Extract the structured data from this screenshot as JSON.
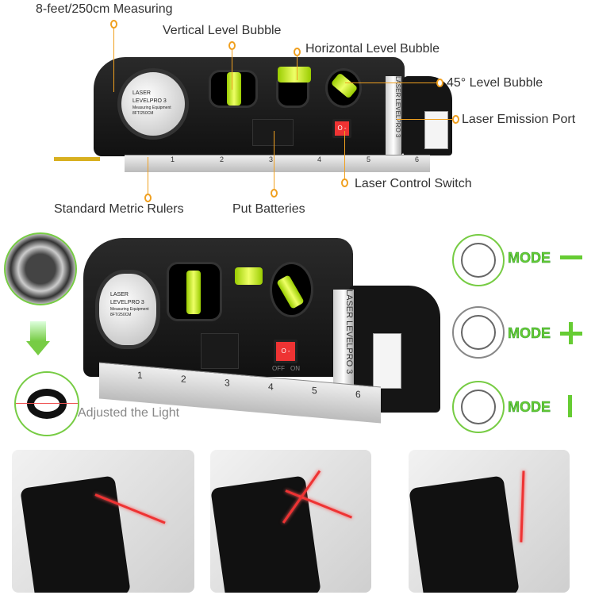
{
  "callouts": {
    "measuring": "8-feet/250cm Measuring",
    "vertical": "Vertical Level Bubble",
    "horizontal": "Horizontal Level Bubble",
    "level45": "45° Level Bubble",
    "emission": "Laser Emission Port",
    "switch": "Laser Control Switch",
    "rulers": "Standard Metric Rulers",
    "batteries": "Put Batteries"
  },
  "device": {
    "brand_line1": "LASER",
    "brand_line2": "LEVELPRO 3",
    "disc_sub1": "Measuring Equipment",
    "disc_sub2": "8FT/250CM",
    "band_text": "LASER LEVELPRO 3",
    "switch_label": "O -",
    "off": "OFF",
    "on": "ON",
    "ruler_ticks": [
      "1",
      "2",
      "3",
      "4",
      "5",
      "6"
    ]
  },
  "adjust_label": "Adjusted the Light",
  "modes": [
    {
      "label": "MODE",
      "symbol": "minus"
    },
    {
      "label": "MODE",
      "symbol": "plus"
    },
    {
      "label": "MODE",
      "symbol": "vertical-bar"
    }
  ],
  "colors": {
    "accent_orange": "#f0a020",
    "mode_green": "#66cc33",
    "laser_red": "#ee3333"
  }
}
